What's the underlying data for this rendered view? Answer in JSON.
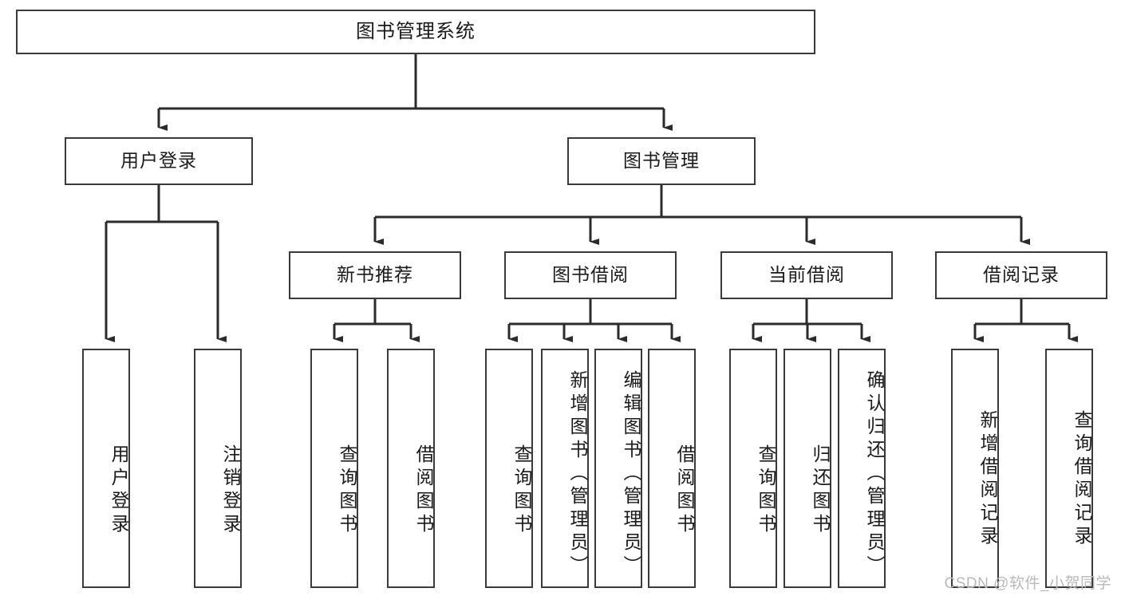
{
  "diagram": {
    "type": "tree-hierarchy",
    "title": "图书管理系统",
    "orientation": "top-down",
    "colors": {
      "box_border": "#3a3a3a",
      "box_fill": "#ffffff",
      "connector": "#2b2b2b",
      "text": "#1a1a1a",
      "watermark": "#b9b9b9",
      "background": "#ffffff"
    },
    "nodes": {
      "root": {
        "label": "图书管理系统"
      },
      "level2": [
        {
          "id": "user-login",
          "label": "用户登录"
        },
        {
          "id": "book-manage",
          "label": "图书管理"
        }
      ],
      "level3": [
        {
          "id": "new-book-recommend",
          "label": "新书推荐"
        },
        {
          "id": "book-borrow",
          "label": "图书借阅"
        },
        {
          "id": "current-borrow",
          "label": "当前借阅"
        },
        {
          "id": "borrow-record",
          "label": "借阅记录"
        }
      ],
      "leaves": {
        "user-login": [
          {
            "id": "leaf-user-login",
            "label": "用户登录"
          },
          {
            "id": "leaf-logout-login",
            "label": "注销登录"
          }
        ],
        "new-book-recommend": [
          {
            "id": "leaf-query-book-1",
            "label": "查询图书"
          },
          {
            "id": "leaf-borrow-book-1",
            "label": "借阅图书"
          }
        ],
        "book-borrow": [
          {
            "id": "leaf-query-book-2",
            "label": "查询图书"
          },
          {
            "id": "leaf-add-book-admin",
            "label": "新增图书（管理员）"
          },
          {
            "id": "leaf-edit-book-admin",
            "label": "编辑图书（管理员）"
          },
          {
            "id": "leaf-borrow-book-2",
            "label": "借阅图书"
          }
        ],
        "current-borrow": [
          {
            "id": "leaf-query-book-3",
            "label": "查询图书"
          },
          {
            "id": "leaf-return-book",
            "label": "归还图书"
          },
          {
            "id": "leaf-confirm-return-admin",
            "label": "确认归还（管理员）"
          }
        ],
        "borrow-record": [
          {
            "id": "leaf-add-borrow-record",
            "label": "新增借阅记录"
          },
          {
            "id": "leaf-query-borrow-record",
            "label": "查询借阅记录"
          }
        ]
      }
    },
    "watermark": "CSDN @软件_小贺同学"
  }
}
